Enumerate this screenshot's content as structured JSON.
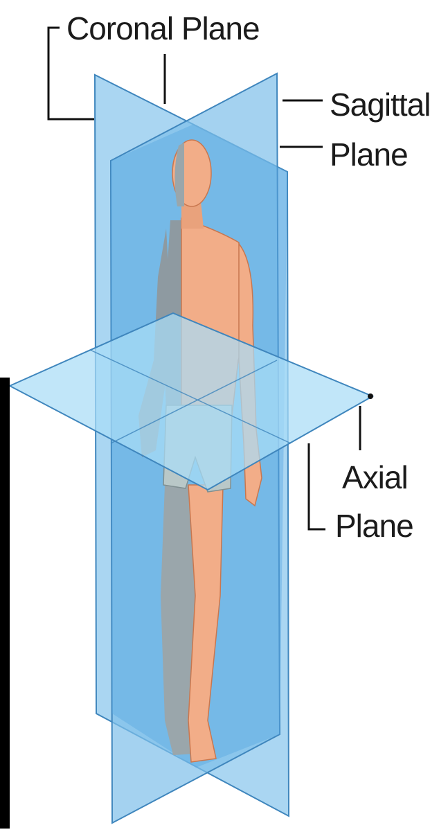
{
  "labels": {
    "coronal": "Coronal Plane",
    "sagittal_line1": "Sagittal",
    "sagittal_line2": "Plane",
    "axial_line1": "Axial",
    "axial_line2": "Plane"
  },
  "colors": {
    "plane_fill": "#8ec8ee",
    "plane_edge": "#3f86bd",
    "skin": "#f2ad88",
    "skin_shadow": "#d98a66",
    "shorts": "#b9c8c8",
    "cut_section": "#8e9aa1",
    "leader_line": "#111111",
    "side_bar": "#000000"
  }
}
